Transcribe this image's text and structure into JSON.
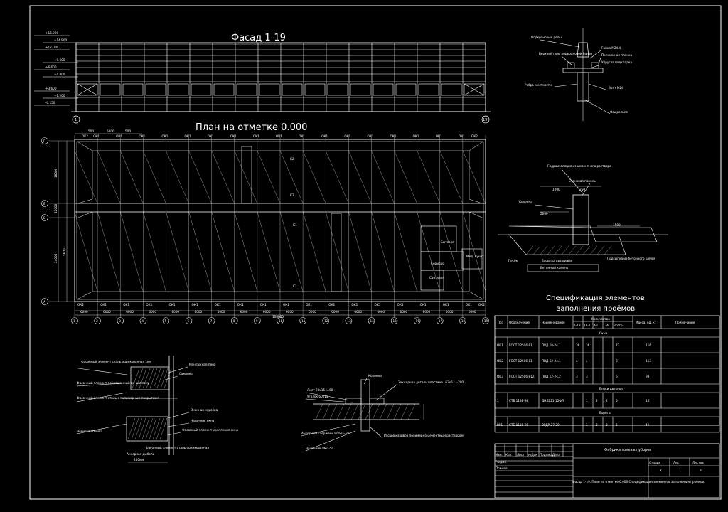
{
  "facade": {
    "title": "Фасад 1-19",
    "elev_marks": [
      "+16.200",
      "+14.900",
      "+12.000",
      "+9.600",
      "+6.600",
      "+4.800",
      "+3.600",
      "+1.200",
      "-0.150"
    ],
    "axis_left": "1",
    "axis_right": "19"
  },
  "plan": {
    "title": "План на отметке 0.000",
    "windows_top": [
      "ОК2",
      "ОК1",
      "ОК1",
      "ОК1",
      "ОК1",
      "ОК1",
      "ОК1",
      "ОК1",
      "ОК1",
      "ОК1",
      "ОК1",
      "ОК1",
      "ОК1",
      "ОК1",
      "ОК1",
      "ОК1",
      "ОК1",
      "ОК1",
      "ОК2"
    ],
    "windows_bottom": [
      "ОК2",
      "ОК1",
      "ОК1",
      "ОК1",
      "ОК1",
      "ОК1",
      "ОК1",
      "ОК1",
      "ОК1",
      "ОК1",
      "ОК1",
      "ОК1",
      "ОК1",
      "ОК1",
      "ОК1",
      "ОК1",
      "ОК1",
      "ОК1",
      "ОК2"
    ],
    "dims_top": [
      "500",
      "5000",
      "500"
    ],
    "dims_bottom": [
      "6000",
      "6000",
      "6000",
      "6000",
      "6000",
      "6000",
      "6000",
      "6000",
      "6000",
      "6000",
      "6000",
      "6000",
      "6000",
      "6000",
      "6000",
      "6000",
      "6000",
      "6000"
    ],
    "total_dim": "108000",
    "axes_bottom": [
      "1",
      "2",
      "3",
      "4",
      "5",
      "6",
      "7",
      "8",
      "9",
      "10",
      "11",
      "12",
      "13",
      "14",
      "15",
      "16",
      "17",
      "18",
      "19"
    ],
    "axes_left": [
      "Г",
      "В",
      "Б",
      "А"
    ],
    "dims_left": [
      "18000",
      "12000",
      "24000",
      "5600"
    ],
    "cranes": [
      "К2",
      "К2",
      "К1",
      "К1"
    ],
    "rooms": [
      "Бытовка",
      "Коридор",
      "Сан. узел",
      "Мед. пункт"
    ]
  },
  "rail_detail": {
    "labels": [
      "Подкрановый рельс",
      "Гайка М24.4",
      "Прижимная планка",
      "Верхний пояс подкрановой балки",
      "Упругая подкладка",
      "Ребро жесткости",
      "Болт М24",
      "Ось рельса"
    ]
  },
  "foundation_detail": {
    "labels": [
      "Гидроизоляция из цементного раствора",
      "Стеновая панель",
      "Колонна",
      "Песок",
      "Засыпка кварцевая",
      "Подсыпка из бетонного щебня",
      "Бетонный камень"
    ],
    "dims": [
      "1000",
      "250",
      "2000",
      "1500"
    ]
  },
  "spec": {
    "title_line1": "Спецификация элементов",
    "title_line2": "заполнения проёмов",
    "headers": [
      "Поз",
      "Обозначение",
      "Наименование",
      "Количество",
      "Масса, ед. кг",
      "Примечание"
    ],
    "qty_sub": [
      "1-18",
      "18-1",
      "А-Г",
      "Г-А",
      "Всего"
    ],
    "sections": [
      {
        "name": "Окна",
        "rows": [
          {
            "pos": "ОК1",
            "doc": "ГОСТ 12506-81",
            "name": "ПВД 18-24.1",
            "q": [
              "36",
              "36",
              "",
              "",
              "72"
            ],
            "mass": "116",
            "note": ""
          },
          {
            "pos": "ОК2",
            "doc": "ГОСТ 12506-81",
            "name": "ПВД 12-24.1",
            "q": [
              "4",
              "4",
              "",
              "",
              "8"
            ],
            "mass": "113",
            "note": ""
          },
          {
            "pos": "ОК3",
            "doc": "ГОСТ 12506-812",
            "name": "ПВД 12-24.2",
            "q": [
              "3",
              "3",
              "",
              "",
              "6"
            ],
            "mass": "93",
            "note": ""
          }
        ]
      },
      {
        "name": "Блоки дверные",
        "rows": [
          {
            "pos": "1",
            "doc": "СТБ 1138-98",
            "name": "ДНДГ21-12ФЛ",
            "q": [
              "",
              "1",
              "2",
              "2",
              "5"
            ],
            "mass": "16",
            "note": ""
          }
        ]
      },
      {
        "name": "Ворота",
        "rows": [
          {
            "pos": "ВР1",
            "doc": "СТБ 1138-98",
            "name": "ВРДР 27-30",
            "q": [
              "",
              "1",
              "2",
              "2",
              "5"
            ],
            "mass": "40",
            "note": ""
          }
        ]
      }
    ]
  },
  "stamp": {
    "cols": [
      "Изм.",
      "Кол.",
      "Лист",
      "№Док",
      "Подпись",
      "Дата"
    ],
    "roles": [
      "Разраб.",
      "Принял."
    ],
    "project": "Фабрика голевых уборов",
    "sheet_desc": "Фасад 1-19. План на отметке 0.000 Спецификация элементов заполнения проёмов.",
    "stage_label": "Стадия",
    "sheet_label": "Лист",
    "sheets_label": "Листов",
    "stage": "У",
    "sheet": "1",
    "sheets": "3"
  },
  "window_detail": {
    "labels": [
      "Фасонный элемент сталь оцинкованная 1мм",
      "Фасонный элемент покрашенный по шаблону",
      "Фасонный элемент сталь с полимерным покрытием",
      "Монтажная пена",
      "Саморез",
      "Оконная коробка",
      "Наличник окна",
      "Фасонный элемент крепления окна",
      "Элемент отлива",
      "Фасонный элемент сталь оцинкованная",
      "Анкерная дюбель"
    ],
    "dim": "250мм"
  },
  "sill_detail": {
    "labels": [
      "Колонна",
      "Закладная деталь пластина L63х5 L=200",
      "Лист 60х15 l=60",
      "Уголок 60х15",
      "Анкерный стержень Ø16 L=30",
      "Расшивка швов полимерно-цементным раствором",
      "Наличник ЧМС-50"
    ]
  }
}
